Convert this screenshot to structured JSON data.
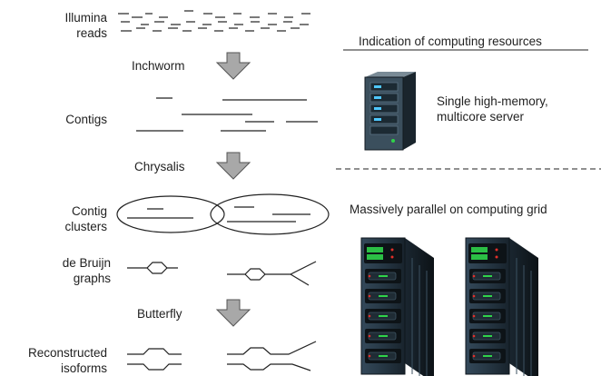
{
  "stages": {
    "illumina_reads": "Illumina\nreads",
    "contigs": "Contigs",
    "contig_clusters": "Contig\nclusters",
    "de_bruijn_graphs": "de Bruijn\ngraphs",
    "reconstructed_isoforms": "Reconstructed\nisoforms"
  },
  "steps": {
    "inchworm": "Inchworm",
    "chrysalis": "Chrysalis",
    "butterfly": "Butterfly"
  },
  "resources": {
    "header": "Indication of computing resources",
    "single_server": "Single high-memory,\nmulticore server",
    "grid": "Massively parallel on computing grid"
  },
  "colors": {
    "arrow_fill": "#a8a8a8",
    "server_body": "#2b3d4a",
    "server_accent": "#0b0f12",
    "led_green": "#2fd34a",
    "led_red": "#e2302a",
    "line": "#222222"
  }
}
